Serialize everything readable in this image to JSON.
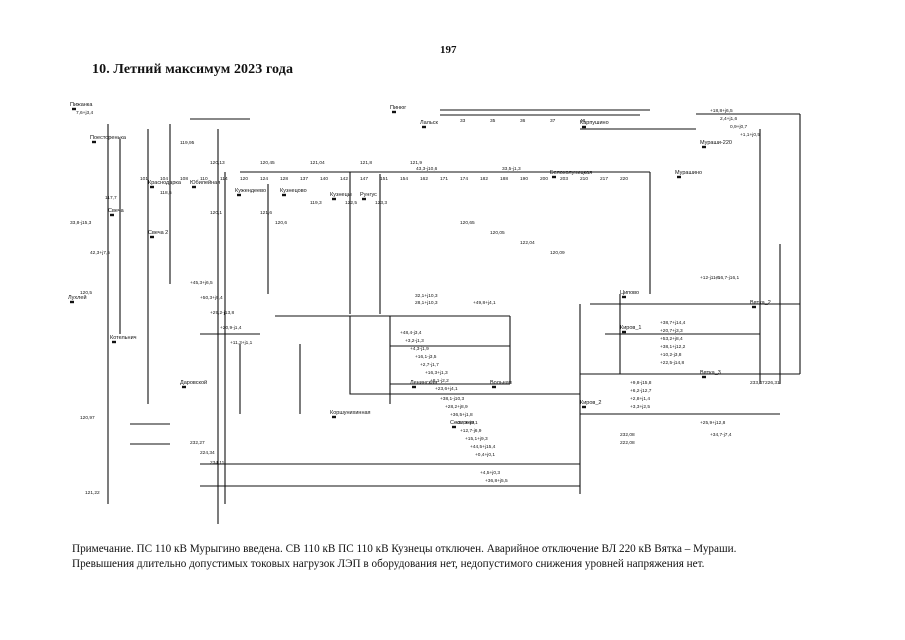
{
  "page": {
    "number": "197",
    "title": "10. Летний максимум 2023 года"
  },
  "scheme": {
    "substations": [
      "Пижанка",
      "Поесторенька",
      "Лухлей",
      "Свеча",
      "Краснодарка",
      "Юбилейная",
      "Кужендеево",
      "Кузнецово",
      "Кузнецы",
      "Рунгус",
      "Котельнич",
      "Вятка_3",
      "Вятка_2",
      "Киров_2",
      "Киров_1",
      "Ципово",
      "Мураши-220",
      "Мурашино",
      "Белохолуницкая",
      "Карпушино",
      "Сельская",
      "Вольная",
      "Ленинская",
      "Коршунихинная",
      "Даровской",
      "Свеча 2",
      "Пинюг",
      "Лальск"
    ],
    "flows": [
      "7,6+j3,4",
      "43,3-j10,6",
      "33,5-j1,3",
      "32,1+j10,3",
      "28,1+j10,3",
      "+49,8+j4,1",
      "+16,7-j16,1",
      "+12-j11,5",
      "+38,7+j14,4",
      "+20,7+j3,3",
      "+53,2+j8,4",
      "+38,1+j12,2",
      "+10,2-j3,8",
      "+22,5-j14,8",
      "+9,8-j15,8",
      "+6,2-j12,7",
      "+2,8+j1,4",
      "+3,3+j2,5",
      "33,8-j15,3",
      "42,3+j7,5",
      "+18,8+j6,5",
      "2,4+j1,6",
      "0,9+j0,7",
      "+1,1+j0,5",
      "+45,3+j6,5",
      "+50,3+j9,4",
      "+29,2-j13,8",
      "+20,9-j1,4",
      "+11,3+j1,1",
      "+48,4-j3,4",
      "+3,2-j1,3",
      "+4,3-j1,9",
      "+16,1-j3,5",
      "+2,7-j1,7",
      "+16,3+j1,3",
      "+8,1-j2,2",
      "+23,6+j4,1",
      "+38,1-j10,3",
      "+28,2+j8,9",
      "+36,5+j1,8",
      "+27,9+j9,1",
      "+12,7-j6,9",
      "+15,1+j9,3",
      "+44,5+j15,4",
      "+0,4+j0,1",
      "+4,5+j0,3",
      "+36,8+j5,5",
      "+25,9+j12,8",
      "+34,7-j7,4"
    ],
    "voltages": [
      "120,5",
      "118,5",
      "117,7",
      "119,95",
      "120,1",
      "121,6",
      "120,6",
      "119,3",
      "122,5",
      "123,3",
      "120,13",
      "120,45",
      "121,04",
      "121,8",
      "121,9",
      "120,65",
      "120,05",
      "122,04",
      "120,09",
      "233,47",
      "226,31",
      "232,27",
      "224,34",
      "234,11",
      "232,08",
      "222,08",
      "120,97",
      "121,22"
    ],
    "line_numbers": [
      "33",
      "35",
      "36",
      "37",
      "48",
      "101",
      "104",
      "108",
      "110",
      "114",
      "120",
      "124",
      "128",
      "137",
      "140",
      "142",
      "147",
      "151",
      "154",
      "162",
      "171",
      "174",
      "182",
      "188",
      "190",
      "200",
      "203",
      "210",
      "217",
      "220"
    ]
  },
  "note": {
    "line1": "Примечание. ПС 110 кВ Мурыгино введена. СВ 110 кВ ПС 110 кВ Кузнецы отключен. Аварийное отключение ВЛ 220 кВ Вятка – Мураши.",
    "line2": "Превышения длительно допустимых токовых нагрузок ЛЭП в оборудования нет, недопустимого снижения уровней напряжения нет."
  }
}
